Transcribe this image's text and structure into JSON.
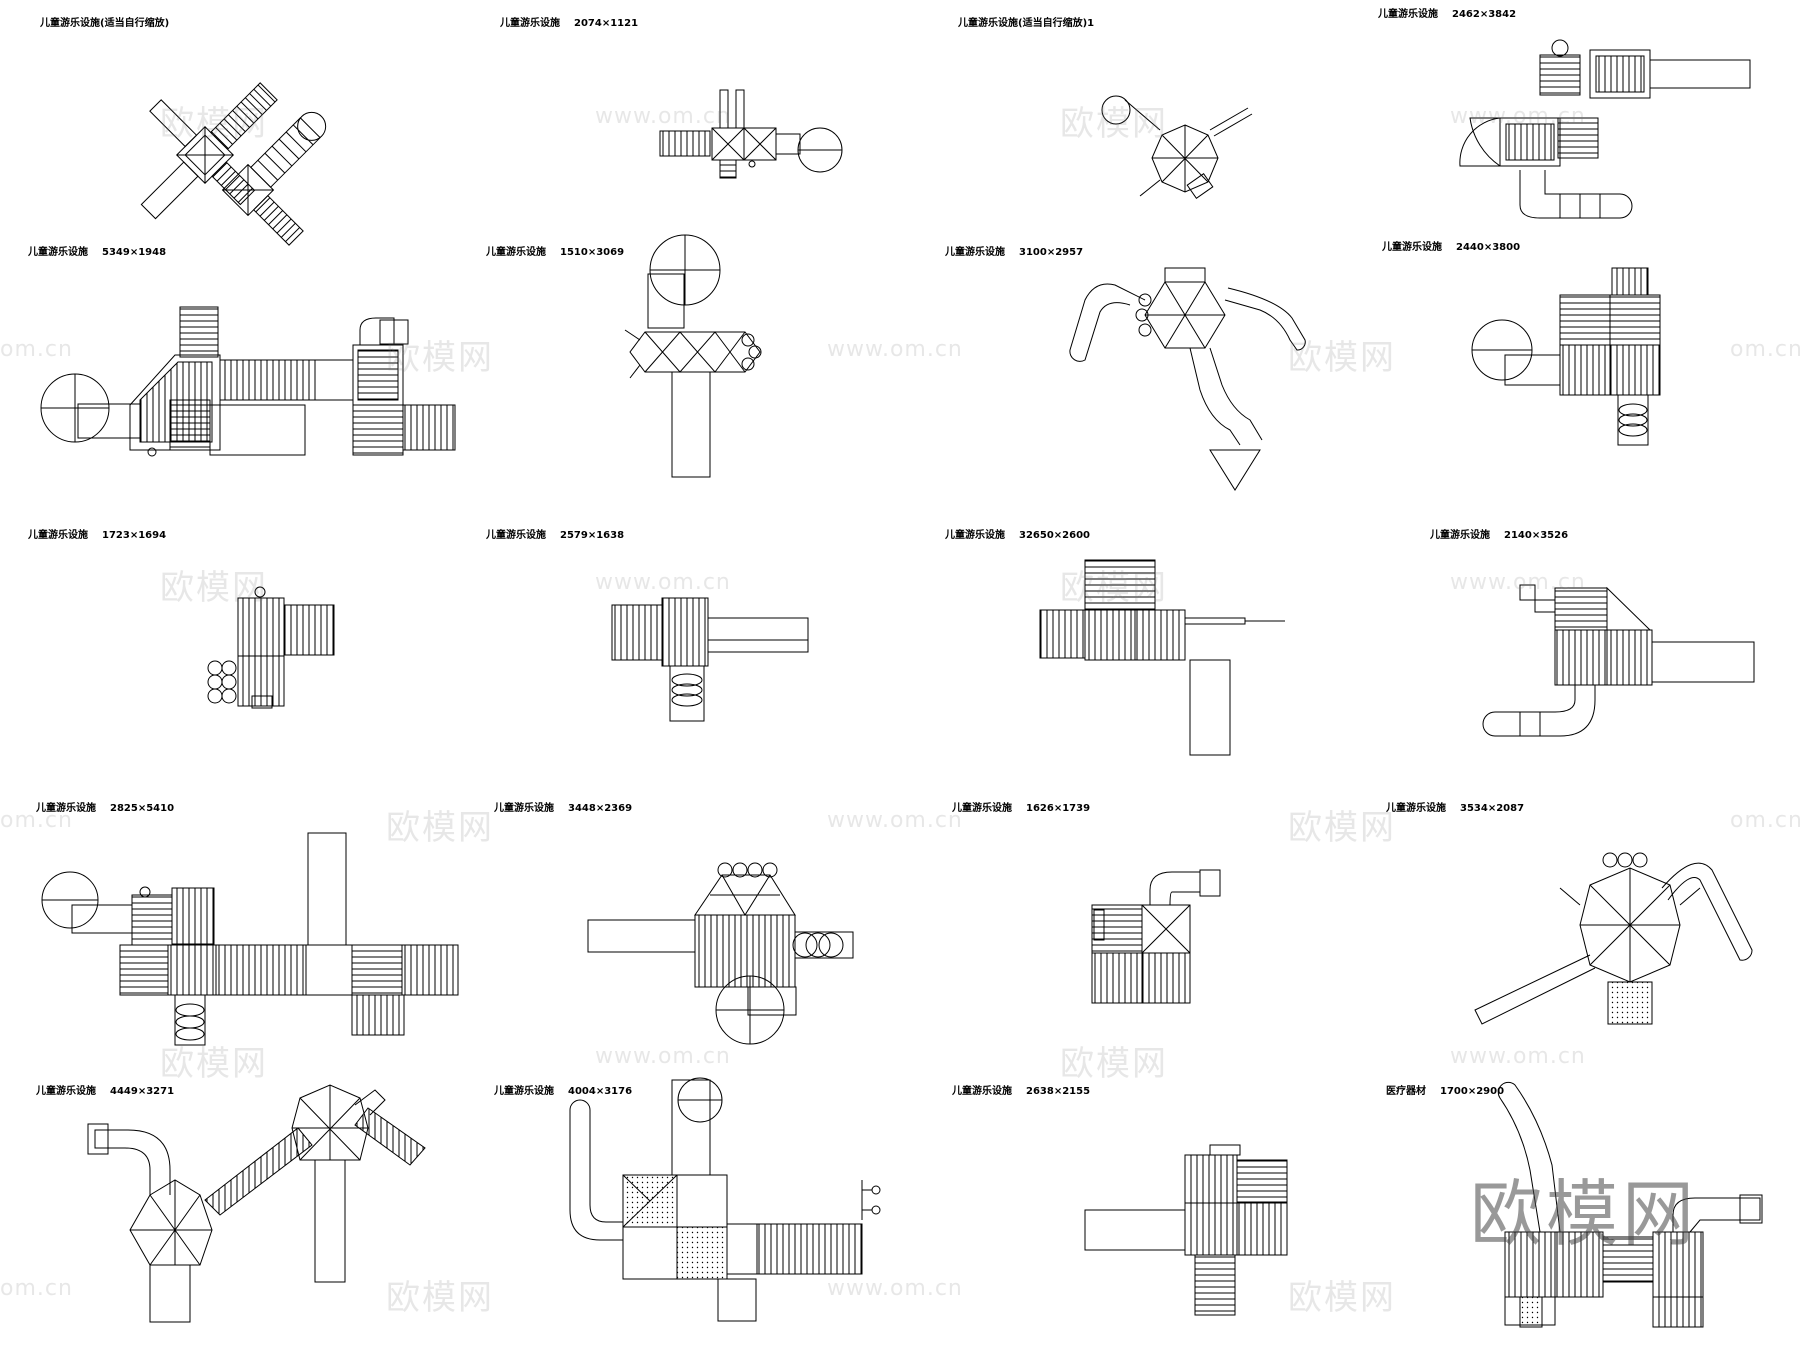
{
  "panels": [
    {
      "label": "儿童游乐设施(适当自行缩放)",
      "dims": ""
    },
    {
      "label": "儿童游乐设施",
      "dims": "2074×1121"
    },
    {
      "label": "儿童游乐设施(适当自行缩放)1",
      "dims": ""
    },
    {
      "label": "儿童游乐设施",
      "dims": "2462×3842"
    },
    {
      "label": "儿童游乐设施",
      "dims": "5349×1948"
    },
    {
      "label": "儿童游乐设施",
      "dims": "1510×3069"
    },
    {
      "label": "儿童游乐设施",
      "dims": "3100×2957"
    },
    {
      "label": "儿童游乐设施",
      "dims": "2440×3800"
    },
    {
      "label": "儿童游乐设施",
      "dims": "1723×1694"
    },
    {
      "label": "儿童游乐设施",
      "dims": "2579×1638"
    },
    {
      "label": "儿童游乐设施",
      "dims": "32650×2600"
    },
    {
      "label": "儿童游乐设施",
      "dims": "2140×3526"
    },
    {
      "label": "儿童游乐设施",
      "dims": "2825×5410"
    },
    {
      "label": "儿童游乐设施",
      "dims": "3448×2369"
    },
    {
      "label": "儿童游乐设施",
      "dims": "1626×1739"
    },
    {
      "label": "儿童游乐设施",
      "dims": "3534×2087"
    },
    {
      "label": "儿童游乐设施",
      "dims": "4449×3271"
    },
    {
      "label": "儿童游乐设施",
      "dims": "4004×3176"
    },
    {
      "label": "儿童游乐设施",
      "dims": "2638×2155"
    },
    {
      "label": "医疗器材",
      "dims": "1700×2900"
    }
  ],
  "watermark": {
    "brand": "欧模网",
    "url": "www.om.cn",
    "url_short": "om.cn"
  },
  "colors": {
    "line": "#000000",
    "background": "#ffffff",
    "watermark": "#9a9a9a"
  }
}
